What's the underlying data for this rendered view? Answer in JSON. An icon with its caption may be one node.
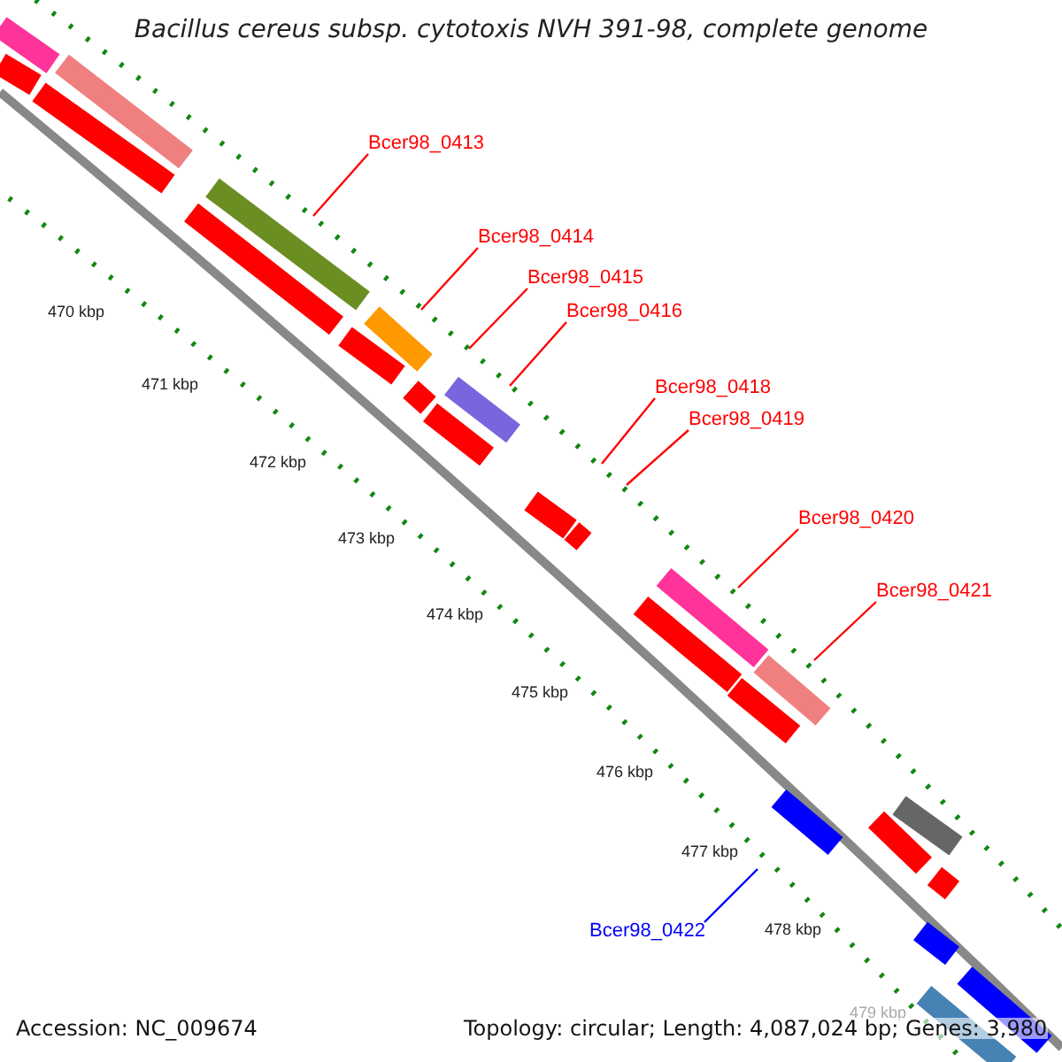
{
  "diagram": {
    "title": "Bacillus cereus subsp. cytotoxis NVH 391-98, complete genome",
    "nodes": [
      {
        "text": [
          "Bcer98_0413"
        ]
      },
      {
        "text": [
          "Bcer98_0414"
        ]
      },
      {
        "text": [
          "Bcer98_0415"
        ]
      },
      {
        "text": [
          "Bcer98_0416"
        ]
      },
      {
        "text": [
          "Bcer98_0418"
        ]
      },
      {
        "text": [
          "Bcer98_0419"
        ]
      },
      {
        "text": [
          "Bcer98_0420"
        ]
      },
      {
        "text": [
          "Bcer98_0421"
        ]
      },
      {
        "text": [
          "Bcer98_0422"
        ]
      }
    ],
    "edges": [
      {
        "from": 0,
        "to": null,
        "arrow": "none"
      },
      {
        "from": 1,
        "to": null,
        "arrow": "none"
      },
      {
        "from": 2,
        "to": null,
        "arrow": "none"
      },
      {
        "from": 3,
        "to": null,
        "arrow": "none"
      },
      {
        "from": 4,
        "to": null,
        "arrow": "none"
      },
      {
        "from": 5,
        "to": null,
        "arrow": "none"
      },
      {
        "from": 6,
        "to": null,
        "arrow": "none"
      },
      {
        "from": 7,
        "to": null,
        "arrow": "none"
      },
      {
        "from": 8,
        "to": null,
        "arrow": "none",
        "color": "#0000ff"
      }
    ],
    "labels": [
      "470 kbp",
      "471 kbp",
      "472 kbp",
      "473 kbp",
      "474 kbp",
      "475 kbp",
      "476 kbp",
      "477 kbp",
      "478 kbp",
      "479 kbp",
      "Accession: NC_009674",
      "Topology: circular; Length: 4,087,024 bp; Genes: 3,980"
    ]
  }
}
